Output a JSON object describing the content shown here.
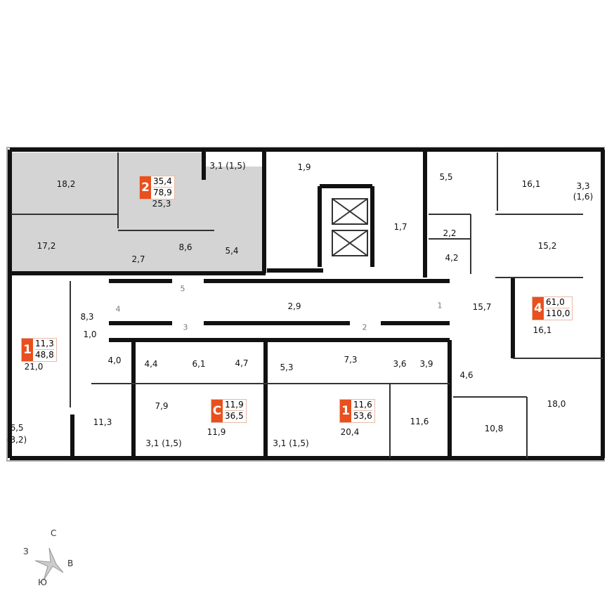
{
  "rooms": [
    "18,2",
    "25,3",
    "3,1 (1,5)",
    "1,9",
    "17,2",
    "2,7",
    "8,6",
    "5,4",
    "1,7",
    "5,5",
    "16,1",
    "3,3",
    "(1,6)",
    "2,2",
    "4,2",
    "15,2",
    "15,7",
    "2,9",
    "8,3",
    "1,0",
    "21,0",
    "4,0",
    "4,4",
    "6,1",
    "4,7",
    "5,3",
    "7,3",
    "3,6",
    "3,9",
    "4,6",
    "16,1",
    "18,0",
    "11,3",
    "7,9",
    "11,9",
    "3,1 (1,5)",
    "3,1 (1,5)",
    "20,4",
    "11,6",
    "10,8",
    "6,5",
    "(3,2)"
  ],
  "corridor_numbers": [
    "5",
    "4",
    "3",
    "2",
    "1"
  ],
  "apartments": [
    {
      "rooms": "2",
      "living": "35,4",
      "total": "78,9"
    },
    {
      "rooms": "1",
      "living": "11,3",
      "total": "48,8"
    },
    {
      "rooms": "С",
      "living": "11,9",
      "total": "36,5"
    },
    {
      "rooms": "1",
      "living": "11,6",
      "total": "53,6"
    },
    {
      "rooms": "4",
      "living": "61,0",
      "total": "110,0"
    }
  ],
  "compass": {
    "north": "С",
    "east": "В",
    "south": "Ю",
    "west": "З"
  },
  "colors": {
    "badge": "#e8501e",
    "highlight": "#d4d4d4",
    "wall": "#111111"
  }
}
